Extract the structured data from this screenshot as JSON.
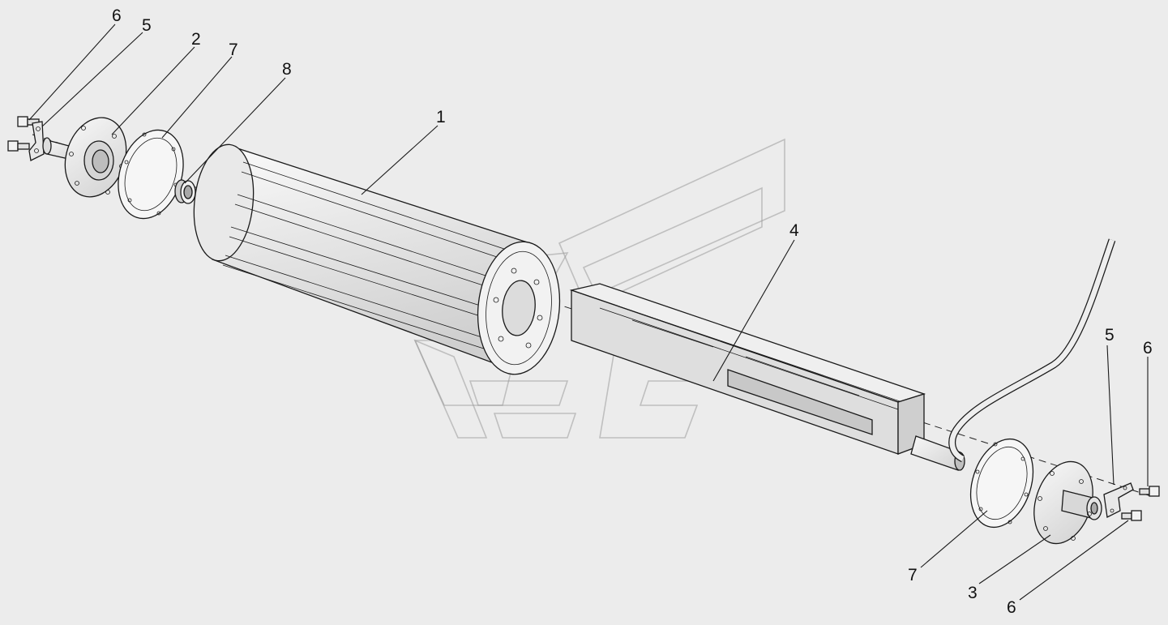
{
  "diagram": {
    "callouts": [
      {
        "id": "c6-left",
        "label": "6"
      },
      {
        "id": "c5-left",
        "label": "5"
      },
      {
        "id": "c2",
        "label": "2"
      },
      {
        "id": "c7-left",
        "label": "7"
      },
      {
        "id": "c8",
        "label": "8"
      },
      {
        "id": "c1",
        "label": "1"
      },
      {
        "id": "c4",
        "label": "4"
      },
      {
        "id": "c5-right",
        "label": "5"
      },
      {
        "id": "c6-right-top",
        "label": "6"
      },
      {
        "id": "c7-right",
        "label": "7"
      },
      {
        "id": "c3",
        "label": "3"
      },
      {
        "id": "c6-right-bottom",
        "label": "6"
      }
    ],
    "colors": {
      "background": "#ececec",
      "line": "#1a1a1a",
      "part_fill": "#f4f4f4",
      "shade": "#c8c8c8",
      "watermark": "#9a9a9a"
    }
  }
}
